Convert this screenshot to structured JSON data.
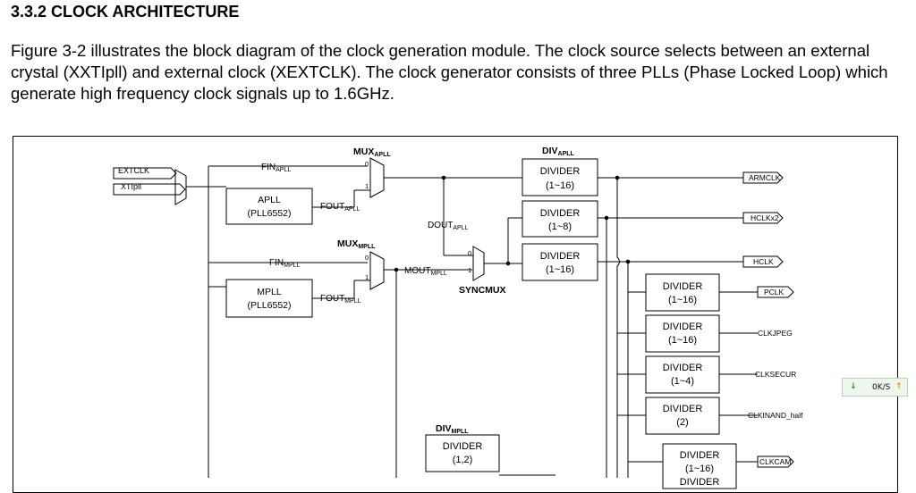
{
  "doc": {
    "heading": "3.3.2 CLOCK ARCHITECTURE",
    "paragraph": "Figure 3-2 illustrates the block diagram of the clock generation module. The clock source selects between an external crystal (XXTIpll) and external clock (XEXTCLK). The clock generator consists of three PLLs (Phase Locked Loop) which generate high frequency clock signals up to 1.6GHz."
  },
  "diagram": {
    "inputs": {
      "extclk": "EXTCLK",
      "xtipll": "XTIpll"
    },
    "mux_apll": {
      "main": "MUX",
      "sub": "APLL"
    },
    "mux_mpll": {
      "main": "MUX",
      "sub": "MPLL"
    },
    "div_apll": {
      "main": "DIV",
      "sub": "APLL"
    },
    "div_mpll": {
      "main": "DIV",
      "sub": "MPLL"
    },
    "fin_apll": {
      "main": "FIN",
      "sub": "APLL"
    },
    "fin_mpll": {
      "main": "FIN",
      "sub": "MPLL"
    },
    "fout_apll": {
      "main": "FOUT",
      "sub": "APLL"
    },
    "fout_mpll": {
      "main": "FOUT",
      "sub": "MPLL"
    },
    "dout_apll": {
      "main": "DOUT",
      "sub": "APLL"
    },
    "mout_mpll": {
      "main": "MOUT",
      "sub": "MPLL"
    },
    "syncmux": "SYNCMUX",
    "apll_block": {
      "line1": "APLL",
      "line2": "(PLL6552)"
    },
    "mpll_block": {
      "line1": "MPLL",
      "line2": "(PLL6552)"
    },
    "mux_sel": {
      "zero": "0",
      "one": "1"
    },
    "dividers": [
      {
        "label": "DIVIDER",
        "ratio": "(1~16)"
      },
      {
        "label": "DIVIDER",
        "ratio": "(1~8)"
      },
      {
        "label": "DIVIDER",
        "ratio": "(1~16)"
      },
      {
        "label": "DIVIDER",
        "ratio": "(1~16)"
      },
      {
        "label": "DIVIDER",
        "ratio": "(1~16)"
      },
      {
        "label": "DIVIDER",
        "ratio": "(1~4)"
      },
      {
        "label": "DIVIDER",
        "ratio": "(2)"
      },
      {
        "label": "DIVIDER",
        "ratio": "(1,2)"
      },
      {
        "label": "DIVIDER",
        "ratio": "(1~16)"
      },
      {
        "label": "DIVIDER",
        "ratio": ""
      }
    ],
    "outputs": {
      "armclk": "ARMCLK",
      "hclkx2": "HCLKx2",
      "hclk": "HCLK",
      "pclk": "PCLK",
      "clkjpeg": "CLKJPEG",
      "clksecur": "CLKSECUR",
      "clkinand": "CLKINAND_half",
      "clkcam": "CLKCAM"
    }
  },
  "widget": {
    "down_icon": "down-arrow-icon",
    "speed": "0K/S",
    "up_icon": "up-arrow-icon"
  }
}
